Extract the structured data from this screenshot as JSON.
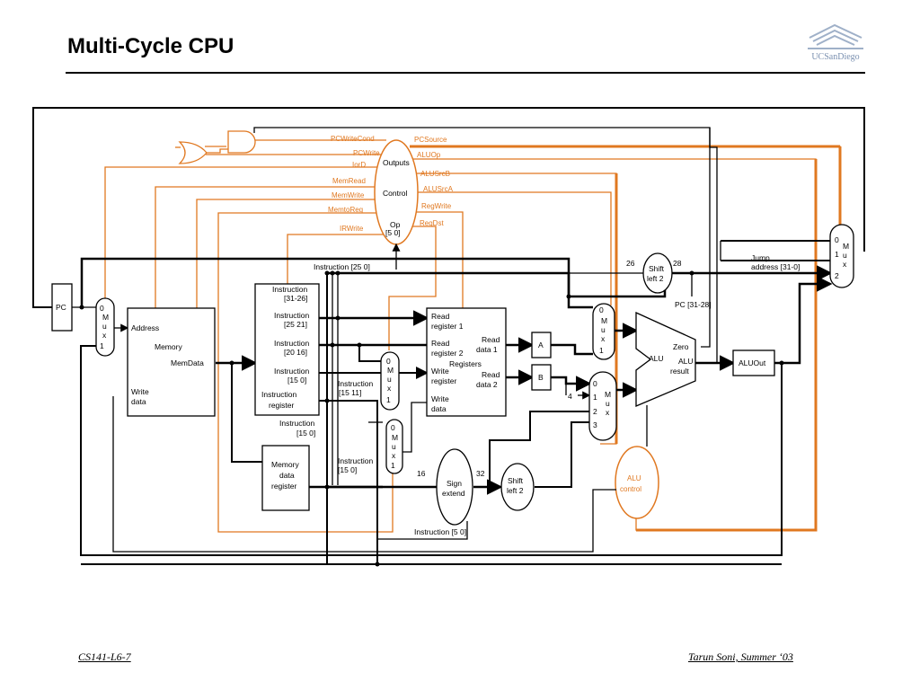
{
  "slide": {
    "title": "Multi-Cycle CPU",
    "logo_text": "UCSanDiego",
    "footer_left": "CS141-L6-7",
    "footer_right": "Tarun Soni, Summer ‘03"
  },
  "colors": {
    "control": "#e07820",
    "datapath": "#000000",
    "logo": "#7a90b0"
  },
  "control": {
    "outputs": "Outputs",
    "control": "Control",
    "op": "Op",
    "op_bits": "[5   0]",
    "signals_left": [
      "PCWriteCond",
      "PCWrite",
      "IorD",
      "MemRead",
      "MemWrite",
      "MemtoReg",
      "IRWrite"
    ],
    "signals_right": [
      "PCSource",
      "ALUOp",
      "ALUSrcB",
      "ALUSrcA",
      "RegWrite",
      "RegDst"
    ]
  },
  "units": {
    "pc": "PC",
    "mux_letters": [
      "M",
      "u",
      "x"
    ],
    "memory": {
      "address": "Address",
      "memory": "Memory",
      "memdata": "MemData",
      "write": "Write",
      "data": "data"
    },
    "ir": {
      "f1a": "Instruction",
      "f1b": "[31-26]",
      "f2a": "Instruction",
      "f2b": "[25   21]",
      "f3a": "Instruction",
      "f3b": "[20   16]",
      "f4a": "Instruction",
      "f4b": "[15   0]",
      "f5a": "Instruction",
      "f5b": "register"
    },
    "mdr": [
      "Memory",
      "data",
      "register"
    ],
    "registers": {
      "rr1a": "Read",
      "rr1b": "register 1",
      "rr2a": "Read",
      "rr2b": "register 2",
      "rd1a": "Read",
      "rd1b": "data 1",
      "title": "Registers",
      "wra": "Write",
      "wrb": "register",
      "rd2a": "Read",
      "rd2b": "data 2",
      "wda": "Write",
      "wdb": "data"
    },
    "reg_a": "A",
    "reg_b": "B",
    "alu": {
      "alu": "ALU",
      "zero": "Zero",
      "result_a": "ALU",
      "result_b": "result"
    },
    "aluout": "ALUOut",
    "alu_control": [
      "ALU",
      "control"
    ],
    "sign_extend": [
      "Sign",
      "extend"
    ],
    "shift_left2": [
      "Shift",
      "left 2"
    ],
    "shift_left2_top": [
      "Shift",
      "left 2"
    ]
  },
  "labels": {
    "instr_25_0_top": "Instruction [25   0]",
    "instr_15_11_a": "Instruction",
    "instr_15_11_b": "[15   11]",
    "instr_15_0_a": "Instruction",
    "instr_15_0_b": "[15   0]",
    "instr_5_0": "Instruction [5   0]",
    "jump_a": "Jump",
    "jump_b": "address [31-0]",
    "pc_31_28": "PC [31-28]",
    "bits_26": "26",
    "bits_28": "28",
    "bits_16": "16",
    "bits_32": "32",
    "const_4": "4",
    "mux_in_0": "0",
    "mux_in_1": "1",
    "mux_in_2": "2",
    "mux_in_3": "3"
  }
}
